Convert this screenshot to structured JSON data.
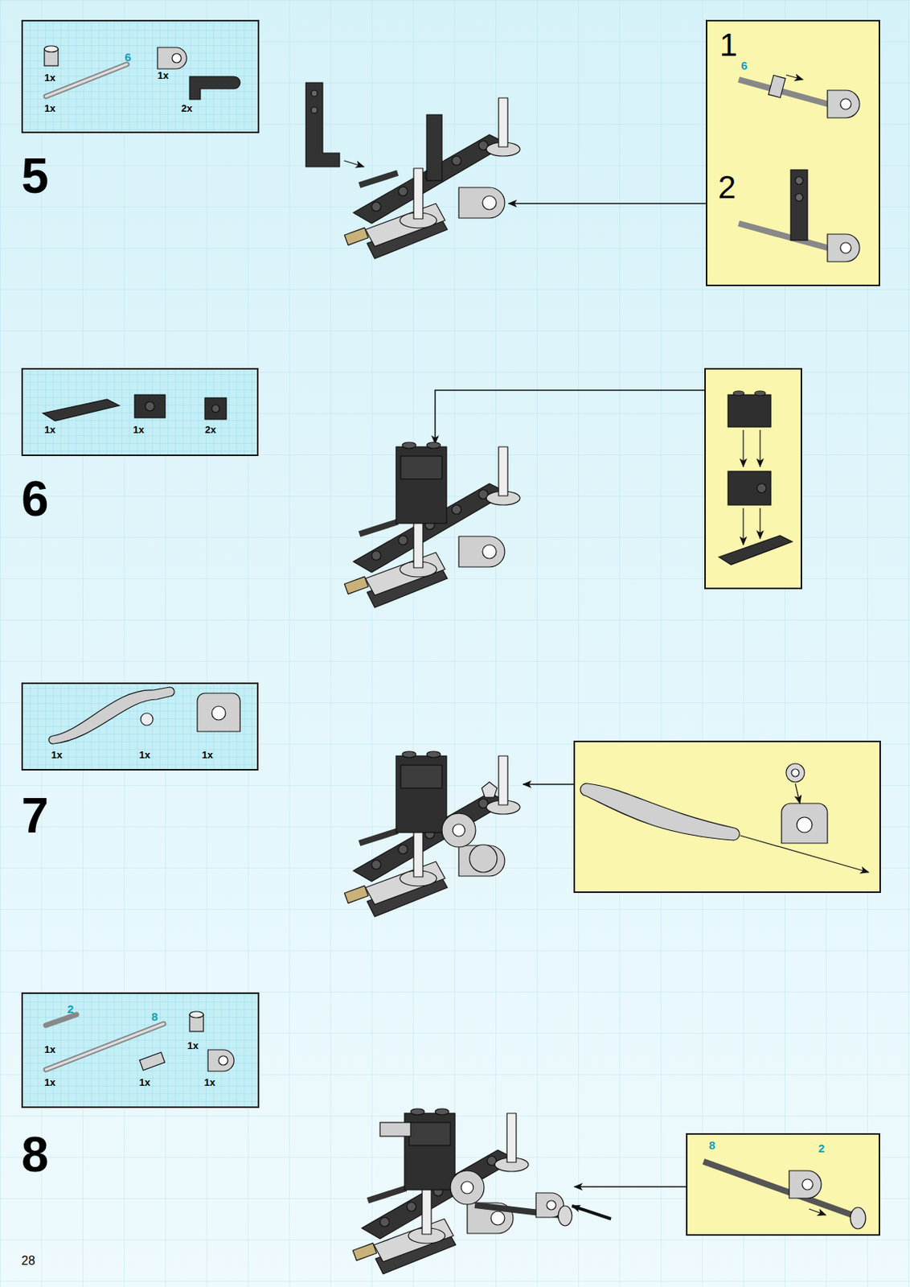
{
  "diagram": {
    "nodes": [
      {
        "text": [
          "1x",
          "6",
          "1x",
          "1x",
          "2x"
        ]
      },
      {
        "text": [
          "1",
          "6",
          "2"
        ]
      },
      {
        "text": [
          "1x",
          "1x",
          "2x"
        ]
      },
      {
        "text": [
          "1x",
          "1x",
          "1x"
        ]
      },
      {
        "text": [
          "2",
          "8",
          "1x",
          "1x",
          "1x",
          "1x",
          "1x"
        ]
      },
      {
        "text": [
          "8",
          "2"
        ]
      }
    ],
    "labels": [
      "5",
      "6",
      "7",
      "8",
      "28"
    ]
  }
}
